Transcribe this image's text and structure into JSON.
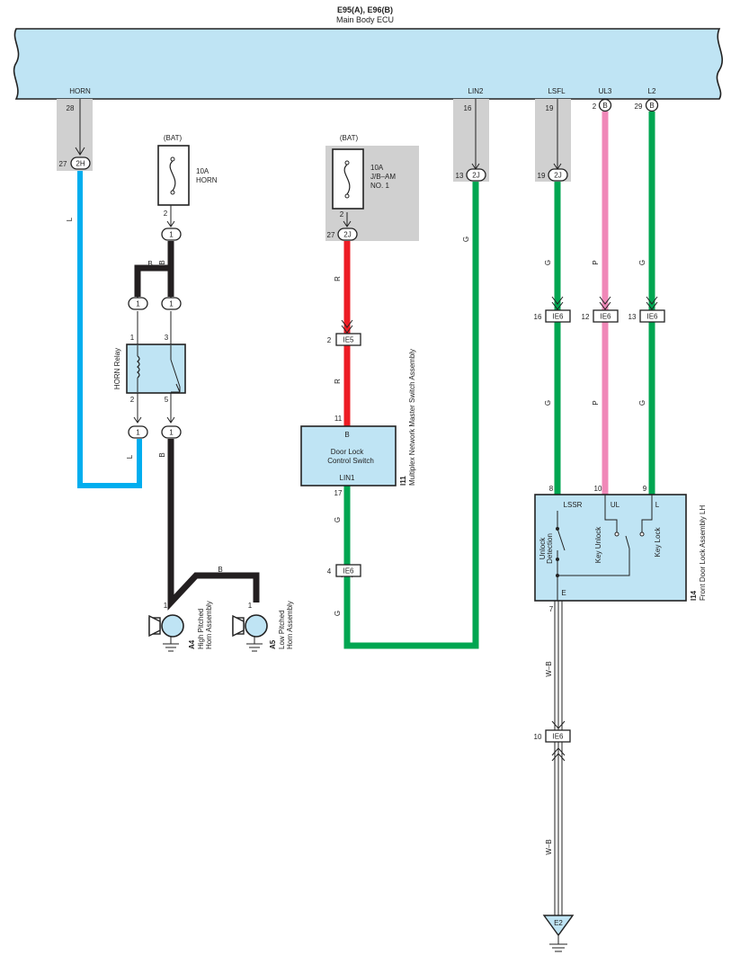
{
  "ecu": {
    "code": "E95(A), E96(B)",
    "name": "Main Body ECU"
  },
  "ecu_pins": {
    "horn": {
      "name": "HORN",
      "pin": "28"
    },
    "lin2": {
      "name": "LIN2",
      "pin": "16"
    },
    "lsfl": {
      "name": "LSFL",
      "pin": "19"
    },
    "ul3": {
      "name": "UL3",
      "pin": "2",
      "conn": "B"
    },
    "l2": {
      "name": "L2",
      "pin": "29",
      "conn": "B"
    }
  },
  "connectors": {
    "horn_2h": {
      "pin": "27",
      "conn": "2H"
    },
    "lin2_2j": {
      "pin": "13",
      "conn": "2J"
    },
    "lsfl_2j": {
      "pin": "19",
      "conn": "2J"
    },
    "jb_2j": {
      "pin": "27",
      "conn": "2J"
    },
    "fuse_horn_out": {
      "pin": "2",
      "conn": "1"
    },
    "relay_in_1": {
      "conn": "1"
    },
    "relay_in_3": {
      "conn": "1"
    },
    "relay_out_2": {
      "conn": "1"
    },
    "relay_out_5": {
      "conn": "1"
    },
    "ie5": {
      "pin": "2",
      "conn": "IE5"
    },
    "ie6_g_left": {
      "pin": "4",
      "conn": "IE6"
    },
    "ie6_lsfl": {
      "pin": "16",
      "conn": "IE6"
    },
    "ie6_ul3": {
      "pin": "12",
      "conn": "IE6"
    },
    "ie6_l2": {
      "pin": "13",
      "conn": "IE6"
    },
    "ie6_wb": {
      "pin": "10",
      "conn": "IE6"
    }
  },
  "fuses": {
    "horn": {
      "source": "(BAT)",
      "rating": "10A",
      "name": "HORN"
    },
    "jb_am": {
      "source": "(BAT)",
      "rating": "10A",
      "name1": "J/B–AM",
      "name2": "NO. 1",
      "out_pin": "2"
    }
  },
  "relay": {
    "name": "HORN Relay",
    "pins": {
      "p1": "1",
      "p2": "2",
      "p3": "3",
      "p5": "5"
    }
  },
  "switch_i11": {
    "code": "I11",
    "name": "Multiplex Network Master Switch Assembly",
    "line1": "Door Lock",
    "line2": "Control Switch",
    "term_top": "B",
    "term_bottom": "LIN1",
    "pin_top": "11",
    "pin_bottom": "17"
  },
  "lock_i14": {
    "code": "I14",
    "name": "Front Door Lock Assembly LH",
    "term_lssr": "LSSR",
    "term_ul": "UL",
    "term_l": "L",
    "term_e": "E",
    "pin_lssr": "8",
    "pin_ul": "10",
    "pin_l": "9",
    "pin_e": "7",
    "sw_unlock_det_1": "Unlock",
    "sw_unlock_det_2": "Detection",
    "sw_key_unlock": "Key Unlock",
    "sw_key_lock": "Key Lock"
  },
  "horns": {
    "a4": {
      "code": "A4",
      "line1": "High Pitched",
      "line2": "Horn Assembly",
      "pin": "1"
    },
    "a5": {
      "code": "A5",
      "line1": "Low Pitched",
      "line2": "Horn Assembly",
      "pin": "1"
    }
  },
  "ground": {
    "name": "E2"
  },
  "wire_colors": {
    "l": "L",
    "b": "B",
    "r": "R",
    "g": "G",
    "p": "P",
    "wb": "W–B"
  },
  "colors": {
    "blue": "#00aeef",
    "black": "#231f20",
    "red": "#ed1c24",
    "green": "#00a651",
    "pink": "#f088b8",
    "module": "#bfe4f4",
    "shade": "#d0d0d0"
  }
}
